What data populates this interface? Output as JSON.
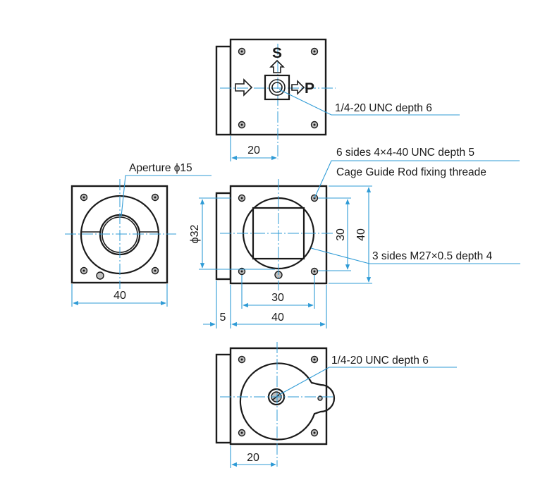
{
  "labels": {
    "top_dim": "20",
    "top_note": "1/4-20 UNC depth 6",
    "polarization_s": "S",
    "polarization_p": "P",
    "aperture": "Aperture ϕ15",
    "left_dim": "40",
    "side_thread_note": "6 sides 4×4-40 UNC depth 5",
    "cage_note": "Cage Guide Rod fixing threade",
    "mount_note": "3 sides M27×0.5 depth 4",
    "front_dim_30v": "30",
    "front_dim_40v": "40",
    "front_dim_30h": "30",
    "front_dim_40h": "40",
    "front_dim_5": "5",
    "front_dim_phi32": "ϕ32",
    "bottom_note": "1/4-20 UNC depth 6",
    "bottom_dim": "20"
  },
  "colors": {
    "line": "#1a1a1a",
    "dimension": "#2f9bd6"
  }
}
